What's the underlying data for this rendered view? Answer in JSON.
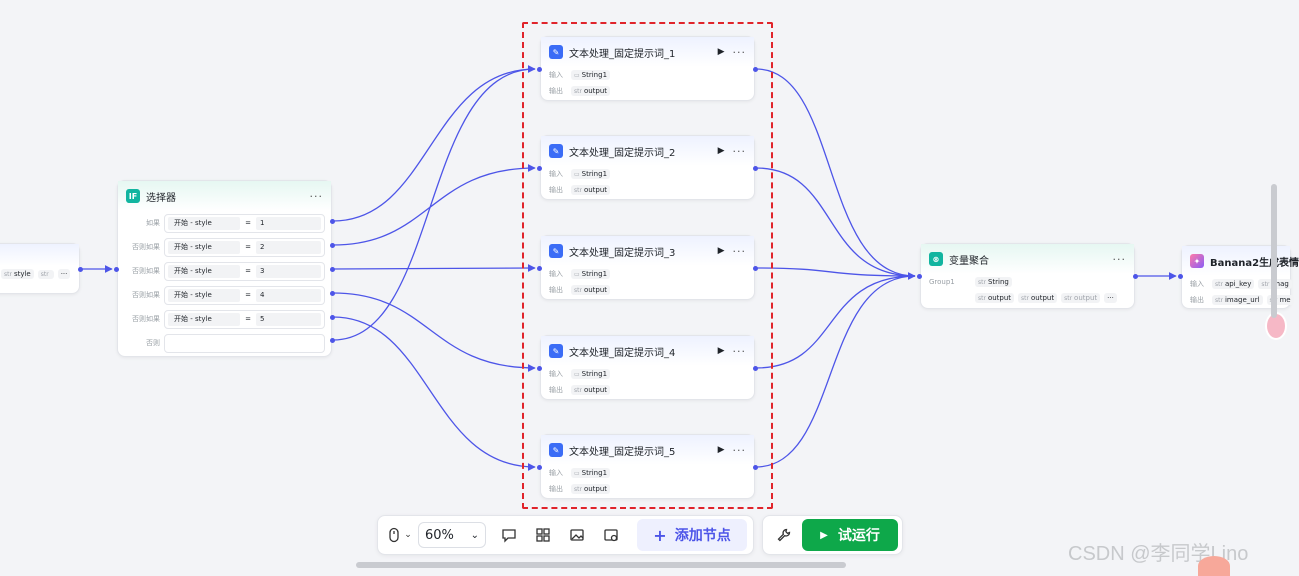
{
  "start_node": {
    "tag_type": "str",
    "tag_label": "style",
    "tag2": "str",
    "more": "···"
  },
  "selector": {
    "title": "选择器",
    "icon_text": "IF",
    "more": "···",
    "rows": [
      {
        "label": "如果",
        "var": "开始  -  style",
        "op": "=",
        "val": "1"
      },
      {
        "label": "否则如果",
        "var": "开始  -  style",
        "op": "=",
        "val": "2"
      },
      {
        "label": "否则如果",
        "var": "开始  -  style",
        "op": "=",
        "val": "3"
      },
      {
        "label": "否则如果",
        "var": "开始  -  style",
        "op": "=",
        "val": "4"
      },
      {
        "label": "否则如果",
        "var": "开始  -  style",
        "op": "=",
        "val": "5"
      },
      {
        "label": "否则"
      }
    ]
  },
  "text_nodes": [
    {
      "title": "文本处理_固定提示词_1",
      "in_label": "输入",
      "in_value": "String1",
      "out_label": "输出",
      "out_type": "str",
      "out_value": "output"
    },
    {
      "title": "文本处理_固定提示词_2",
      "in_label": "输入",
      "in_value": "String1",
      "out_label": "输出",
      "out_type": "str",
      "out_value": "output"
    },
    {
      "title": "文本处理_固定提示词_3",
      "in_label": "输入",
      "in_value": "String1",
      "out_label": "输出",
      "out_type": "str",
      "out_value": "output"
    },
    {
      "title": "文本处理_固定提示词_4",
      "in_label": "输入",
      "in_value": "String1",
      "out_label": "输出",
      "out_type": "str",
      "out_value": "output"
    },
    {
      "title": "文本处理_固定提示词_5",
      "in_label": "输入",
      "in_value": "String1",
      "out_label": "输出",
      "out_type": "str",
      "out_value": "output"
    }
  ],
  "aggregate": {
    "title": "变量聚合",
    "group_label": "Group1",
    "group_type": "str",
    "group_value": "String",
    "outputs": [
      "output",
      "output",
      "output"
    ],
    "out_type": "str",
    "more": "···"
  },
  "banana": {
    "title": "Banana2生成表情",
    "in_label": "输入",
    "in_type": "str",
    "in_value": "api_key",
    "in_value2": "imag",
    "out_label": "输出",
    "out_type": "str",
    "out_value": "image_url",
    "out_value2": "me"
  },
  "toolbar": {
    "zoom": "60%",
    "add_node": "添加节点",
    "run": "试运行"
  },
  "watermark": "CSDN @李同学Lino",
  "colors": {
    "edge": "#4d55e8",
    "highlight": "#e0242b",
    "run": "#0ea84a"
  }
}
